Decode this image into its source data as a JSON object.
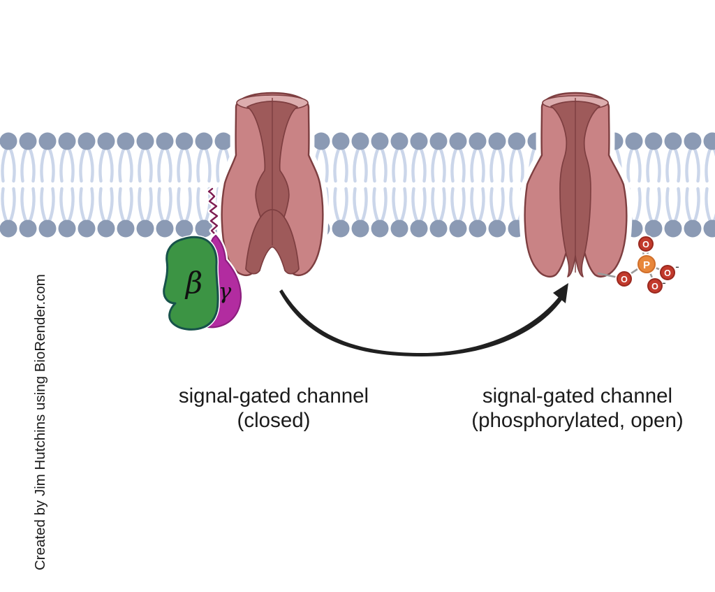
{
  "attribution": "Created by Jim Hutchins using BioRender.com",
  "labels": {
    "left_line1": "signal-gated channel",
    "left_line2": "(closed)",
    "right_line1": "signal-gated channel",
    "right_line2": "(phosphorylated, open)"
  },
  "g_protein": {
    "beta": "β",
    "gamma": "γ"
  },
  "phosphate": {
    "phosphorus": "P",
    "oxygen": "O",
    "charge": "-"
  },
  "colors": {
    "background": "#ffffff",
    "membrane_head": "#8b9ab4",
    "membrane_tail": "#cbd6ea",
    "channel_body": "#c98385",
    "channel_pore": "#9e5a5a",
    "channel_rim": "#dcadae",
    "channel_outline": "#7d3e40",
    "beta_fill": "#3c9444",
    "beta_outline": "#17524a",
    "gamma_fill": "#b22ca0",
    "gamma_outline": "#8c1e7e",
    "lipid_anchor": "#7e1e52",
    "phosphorus_fill": "#e8873b",
    "phosphorus_outline": "#d06f2b",
    "oxygen_fill": "#c23a2c",
    "oxygen_outline": "#99281e",
    "bond": "#9a9a9a",
    "arrow": "#202020",
    "text": "#1b1b1b"
  }
}
